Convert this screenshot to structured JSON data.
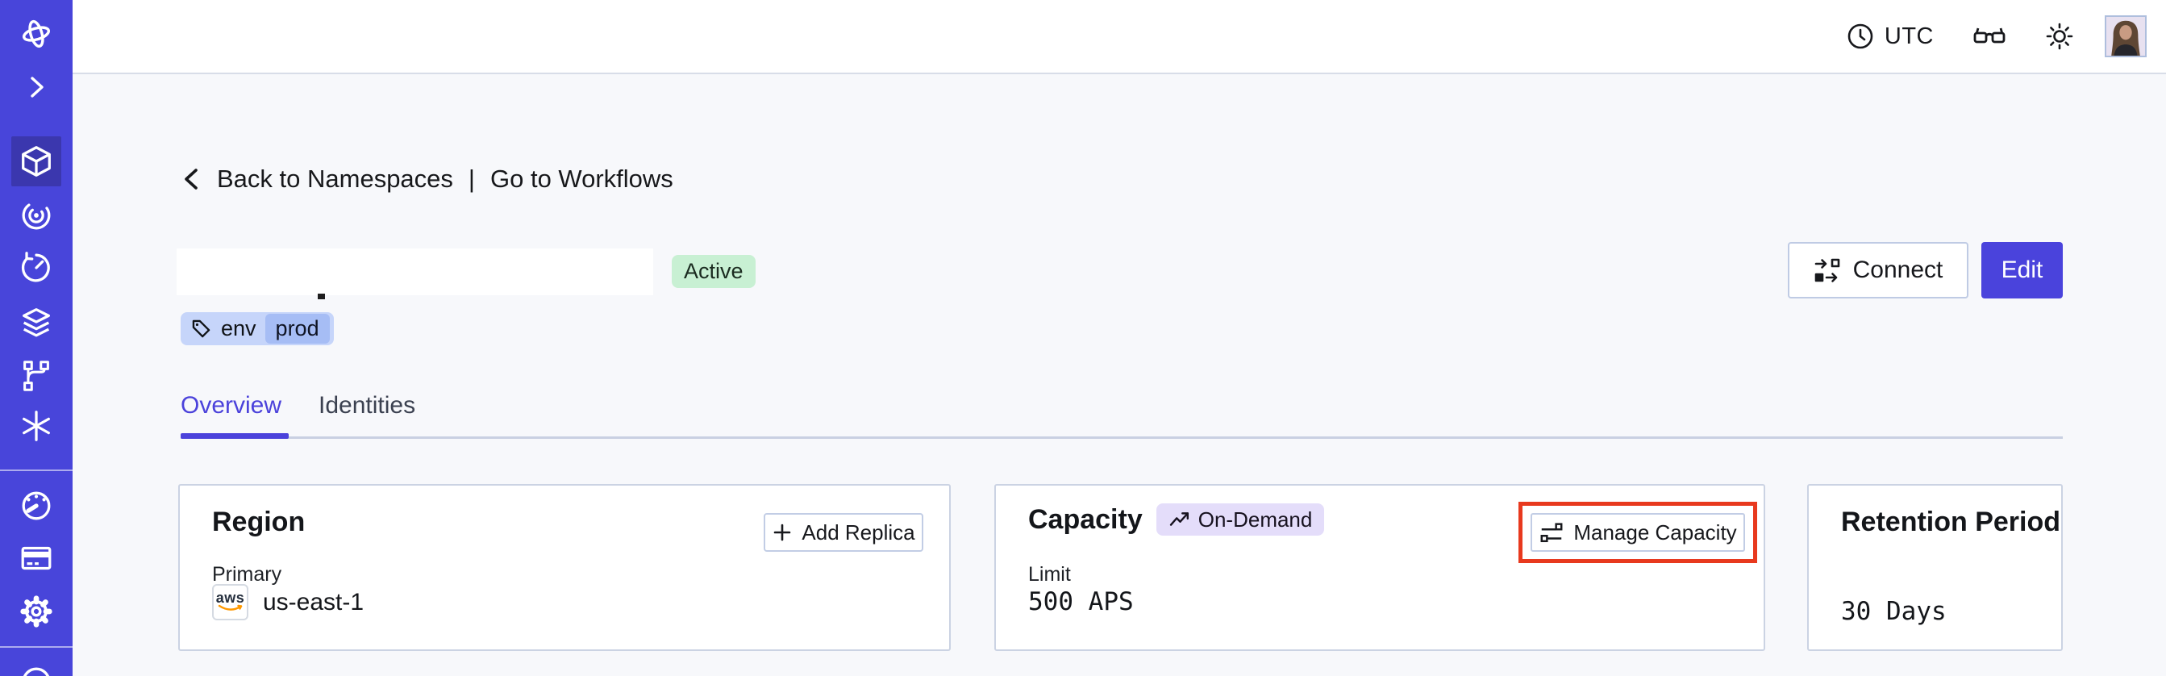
{
  "topbar": {
    "timezone_label": "UTC"
  },
  "sidebar": {
    "items": [
      {
        "icon": "temporal-logo-icon",
        "active": false
      },
      {
        "icon": "expand-sidebar-icon",
        "active": false
      },
      {
        "icon": "namespaces-icon",
        "active": true
      },
      {
        "icon": "workflows-icon",
        "active": false
      },
      {
        "icon": "schedules-icon",
        "active": false
      },
      {
        "icon": "deployments-icon",
        "active": false
      },
      {
        "icon": "nexus-icon",
        "active": false
      },
      {
        "icon": "batch-operations-icon",
        "active": false
      },
      {
        "icon": "usage-icon",
        "active": false
      },
      {
        "icon": "billing-icon",
        "active": false
      },
      {
        "icon": "settings-icon",
        "active": false
      },
      {
        "icon": "account-icon-partial",
        "active": false
      }
    ]
  },
  "breadcrumb": {
    "back_label": "Back to Namespaces",
    "separator": "|",
    "workflows_label": "Go to Workflows"
  },
  "namespace": {
    "status_badge": "Active",
    "tag_key": "env",
    "tag_value": "prod"
  },
  "header_actions": {
    "connect_label": "Connect",
    "edit_label": "Edit"
  },
  "tabs": {
    "overview": "Overview",
    "identities": "Identities"
  },
  "cards": {
    "region": {
      "title": "Region",
      "add_replica_label": "Add Replica",
      "primary_label": "Primary",
      "provider": "aws",
      "region_value": "us-east-1"
    },
    "capacity": {
      "title": "Capacity",
      "mode_badge": "On-Demand",
      "manage_label": "Manage Capacity",
      "limit_label": "Limit",
      "limit_value": "500 APS",
      "highlighted": true
    },
    "retention": {
      "title": "Retention Period",
      "value": "30 Days"
    }
  },
  "colors": {
    "sidebar": "#4845DA",
    "sidebar_active": "#3B37AE",
    "accent_indigo": "#4B42DB",
    "highlight_red": "#E8391E",
    "status_green_bg": "#C8F0D3",
    "tag_chip_bg": "#C6D5FA",
    "tag_value_bg": "#A6BDF5",
    "ondemand_badge_bg": "#E4DDFA",
    "card_border": "#CBD3E3",
    "background": "#F7F8FB",
    "aws_orange": "#FF9900"
  }
}
